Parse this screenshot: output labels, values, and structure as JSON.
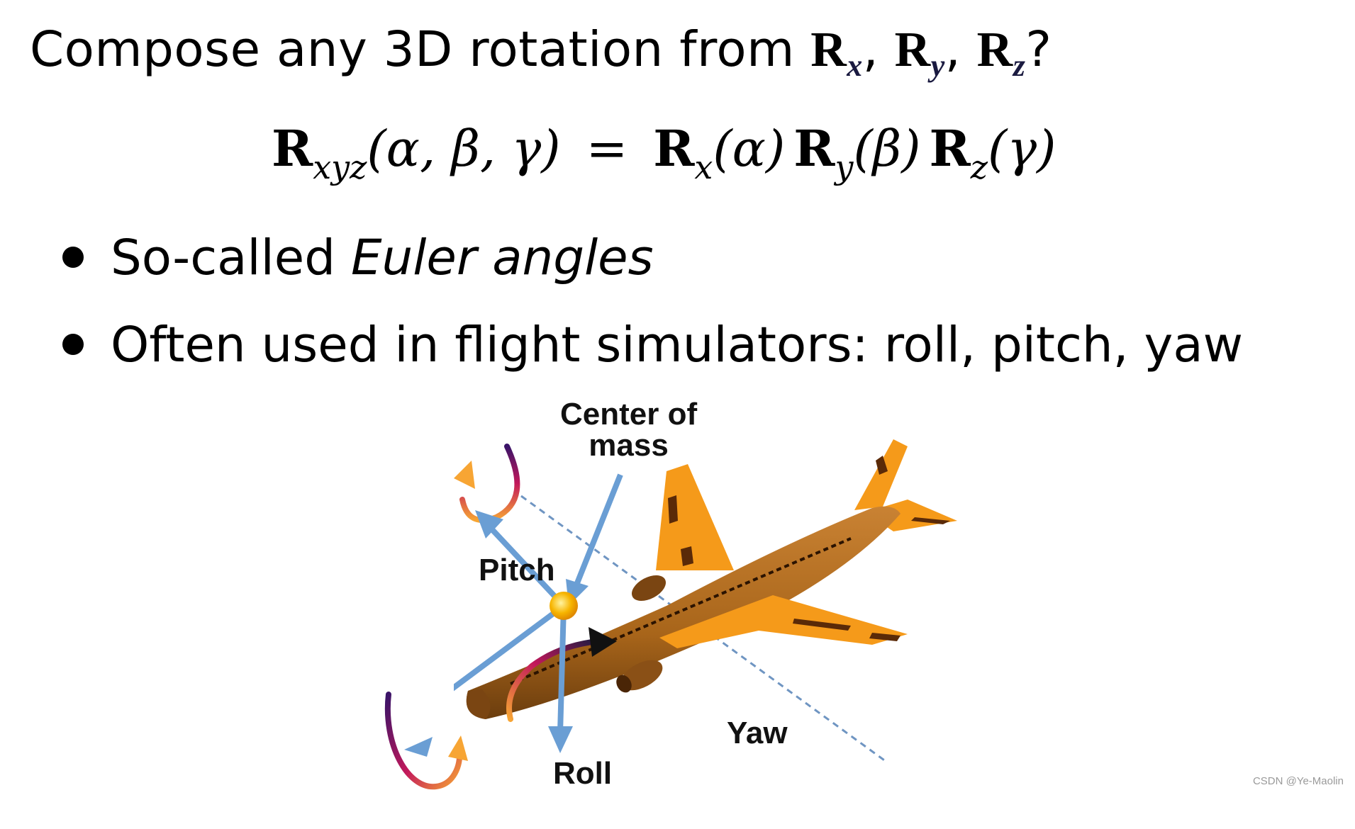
{
  "title": {
    "prefix": "Compose any 3D rotation from ",
    "sym_x": "R",
    "sub_x": "x",
    "sym_y": "R",
    "sub_y": "y",
    "sym_z": "R",
    "sub_z": "z",
    "sep": ",",
    "suffix": "?"
  },
  "formula": {
    "lhs_R": "R",
    "lhs_sub": "xyz",
    "lhs_args": "(α, β, γ)",
    "eq": "=",
    "t1_R": "R",
    "t1_sub": "x",
    "t1_arg": "(α)",
    "t2_R": "R",
    "t2_sub": "y",
    "t2_arg": "(β)",
    "t3_R": "R",
    "t3_sub": "z",
    "t3_arg": "(γ)"
  },
  "bullets": {
    "b1_plain": "So-called ",
    "b1_emph": "Euler angles",
    "b2": "Often used in flight simulators: roll, pitch, yaw"
  },
  "diagram": {
    "center_label_line1": "Center of",
    "center_label_line2": "mass",
    "pitch_label": "Pitch",
    "yaw_label": "Yaw",
    "roll_label": "Roll"
  },
  "colors": {
    "fuselage": "#a8651a",
    "wing": "#f59a1a",
    "axis_arrow": "#6a9ed4",
    "dashed_axis": "#6f95c2",
    "center_dot": "#f7b500",
    "rotation_arc_dark": "#3a1468",
    "rotation_arc_light": "#f7a534"
  },
  "watermark": "CSDN @Ye-Maolin"
}
